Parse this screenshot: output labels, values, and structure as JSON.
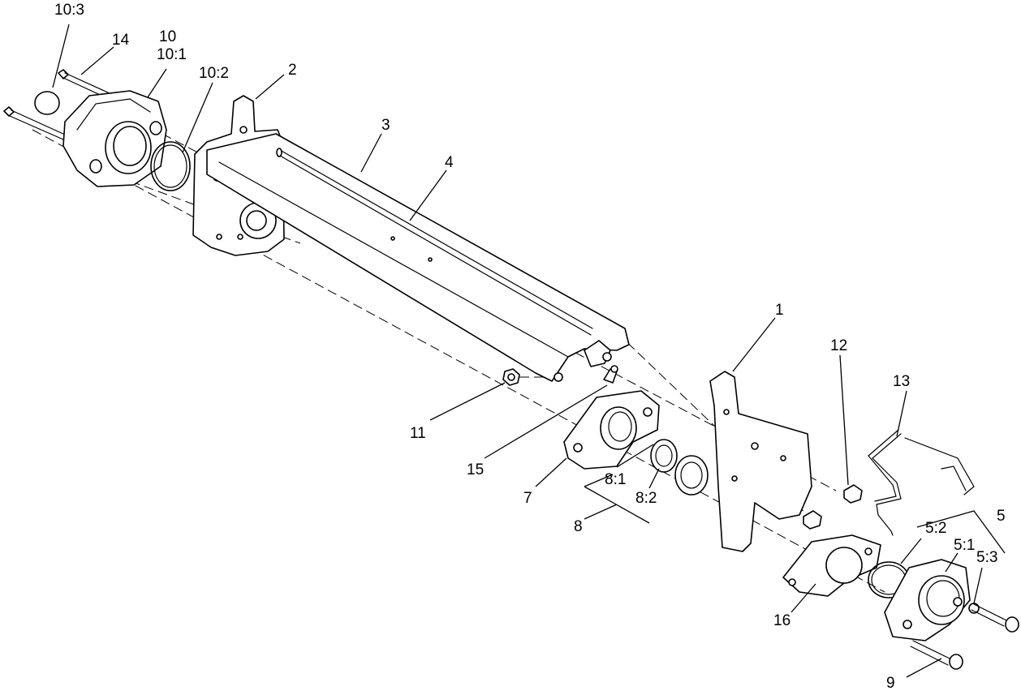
{
  "callouts": {
    "c1": "1",
    "c2": "2",
    "c3": "3",
    "c4": "4",
    "c5": "5",
    "c5_1": "5:1",
    "c5_2": "5:2",
    "c5_3": "5:3",
    "c7": "7",
    "c8": "8",
    "c8_1": "8:1",
    "c8_2": "8:2",
    "c9": "9",
    "c10": "10",
    "c10_1": "10:1",
    "c10_2": "10:2",
    "c10_3": "10:3",
    "c11": "11",
    "c12": "12",
    "c13": "13",
    "c14": "14",
    "c15": "15",
    "c16": "16"
  }
}
